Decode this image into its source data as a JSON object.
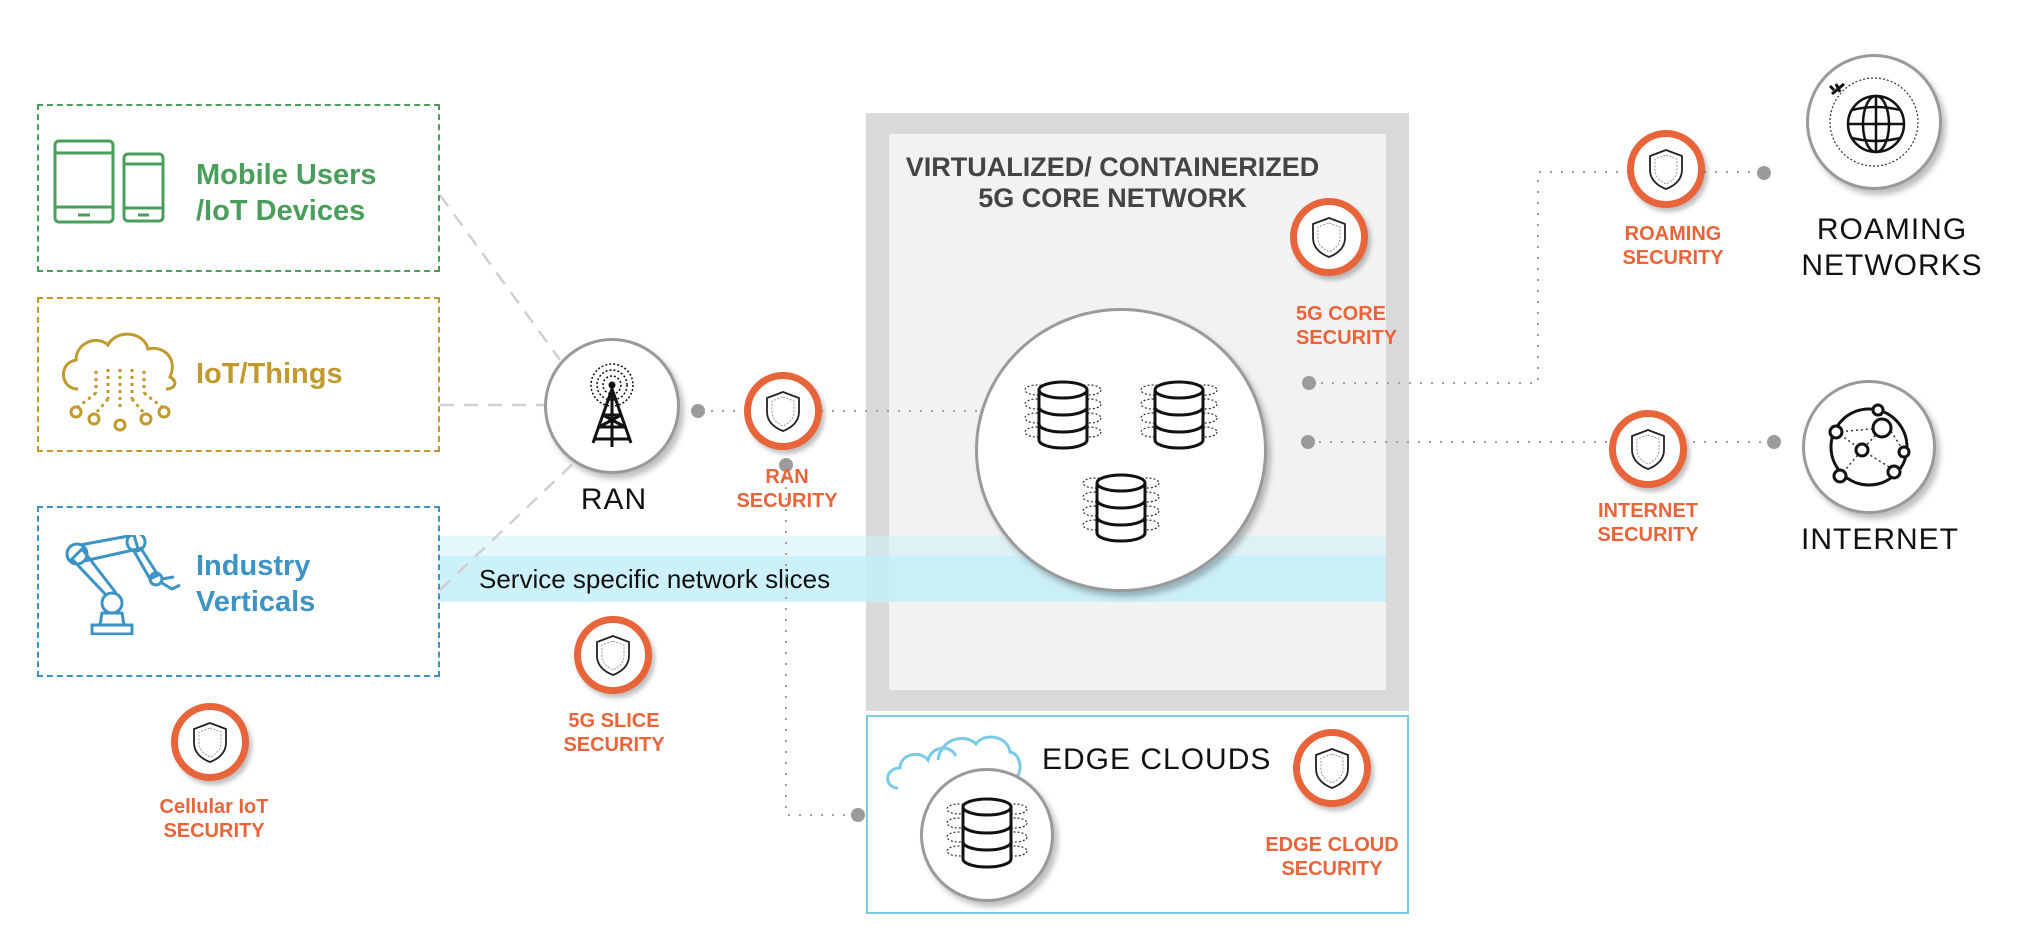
{
  "categories": {
    "mobile": {
      "label_line1": "Mobile Users",
      "label_line2": "/IoT Devices",
      "color": "#4a9e5c"
    },
    "iot": {
      "label": "IoT/Things",
      "color": "#c09a2e"
    },
    "industry": {
      "label_line1": "Industry",
      "label_line2": "Verticals",
      "color": "#3d93c4"
    }
  },
  "nodes": {
    "ran": "RAN",
    "roaming_line1": "ROAMING",
    "roaming_line2": "NETWORKS",
    "internet": "INTERNET",
    "edge_clouds": "EDGE CLOUDS"
  },
  "core": {
    "title_line1": "VIRTUALIZED/ CONTAINERIZED",
    "title_line2": "5G CORE NETWORK"
  },
  "slice_band": {
    "label": "Service specific network slices"
  },
  "security": {
    "cellular_iot": {
      "line1": "Cellular IoT",
      "line2": "SECURITY"
    },
    "ran": {
      "line1": "RAN",
      "line2": "SECURITY"
    },
    "slice": {
      "line1": "5G SLICE",
      "line2": "SECURITY"
    },
    "core": {
      "line1": "5G CORE",
      "line2": "SECURITY"
    },
    "roaming": {
      "line1": "ROAMING",
      "line2": "SECURITY"
    },
    "internet": {
      "line1": "INTERNET",
      "line2": "SECURITY"
    },
    "edge_cloud": {
      "line1": "EDGE CLOUD",
      "line2": "SECURITY"
    }
  },
  "colors": {
    "security_accent": "#e8643a",
    "core_outer": "#d9d9d9",
    "core_inner": "#f2f2f2",
    "slice_band": "#d0f1fa",
    "edge_border": "#7ccbe6"
  }
}
